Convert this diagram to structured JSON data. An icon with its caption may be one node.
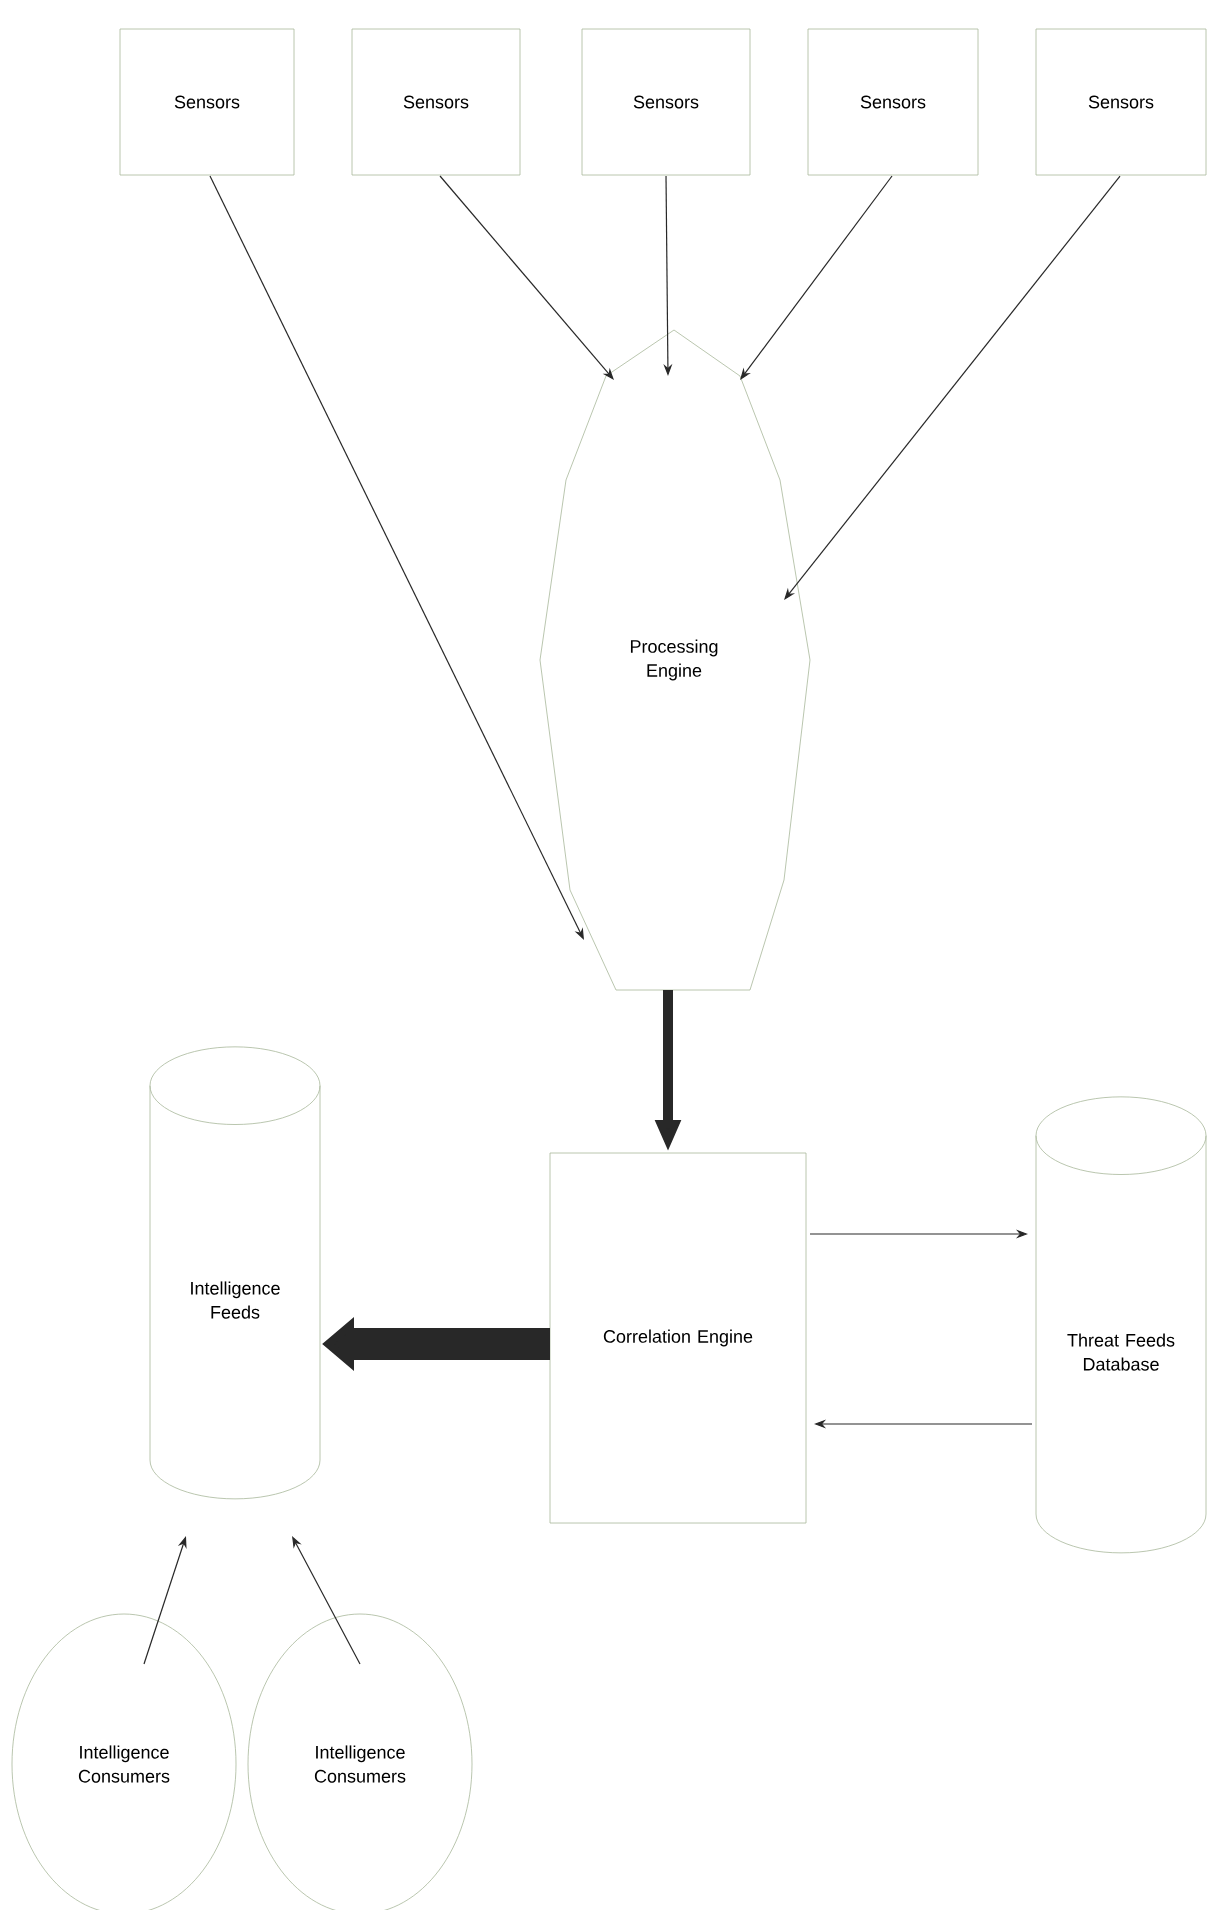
{
  "diagram": {
    "nodes": [
      {
        "text": [
          "Sensors"
        ]
      },
      {
        "text": [
          "Sensors"
        ]
      },
      {
        "text": [
          "Sensors"
        ]
      },
      {
        "text": [
          "Sensors"
        ]
      },
      {
        "text": [
          "Sensors"
        ]
      },
      {
        "text": [
          "Processing Engine"
        ]
      },
      {
        "text": [
          "Correlation Engine"
        ]
      },
      {
        "text": [
          "Intelligence Feeds"
        ]
      },
      {
        "text": [
          "Threat Feeds Database"
        ]
      },
      {
        "text": [
          "Intelligence Consumers"
        ]
      },
      {
        "text": [
          "Intelligence Consumers"
        ]
      }
    ],
    "edges": [
      {
        "from": 0,
        "to": 5,
        "arrow": "to"
      },
      {
        "from": 1,
        "to": 5,
        "arrow": "to"
      },
      {
        "from": 2,
        "to": 5,
        "arrow": "to"
      },
      {
        "from": 3,
        "to": 5,
        "arrow": "to"
      },
      {
        "from": 4,
        "to": 5,
        "arrow": "to"
      },
      {
        "from": 5,
        "to": 6,
        "arrow": "to",
        "style": "thick"
      },
      {
        "from": 6,
        "to": 7,
        "arrow": "to",
        "style": "thick"
      },
      {
        "from": 6,
        "to": 8,
        "arrow": "to"
      },
      {
        "from": 8,
        "to": 6,
        "arrow": "to"
      },
      {
        "from": 9,
        "to": 7,
        "arrow": "to"
      },
      {
        "from": 10,
        "to": 7,
        "arrow": "to"
      }
    ]
  }
}
